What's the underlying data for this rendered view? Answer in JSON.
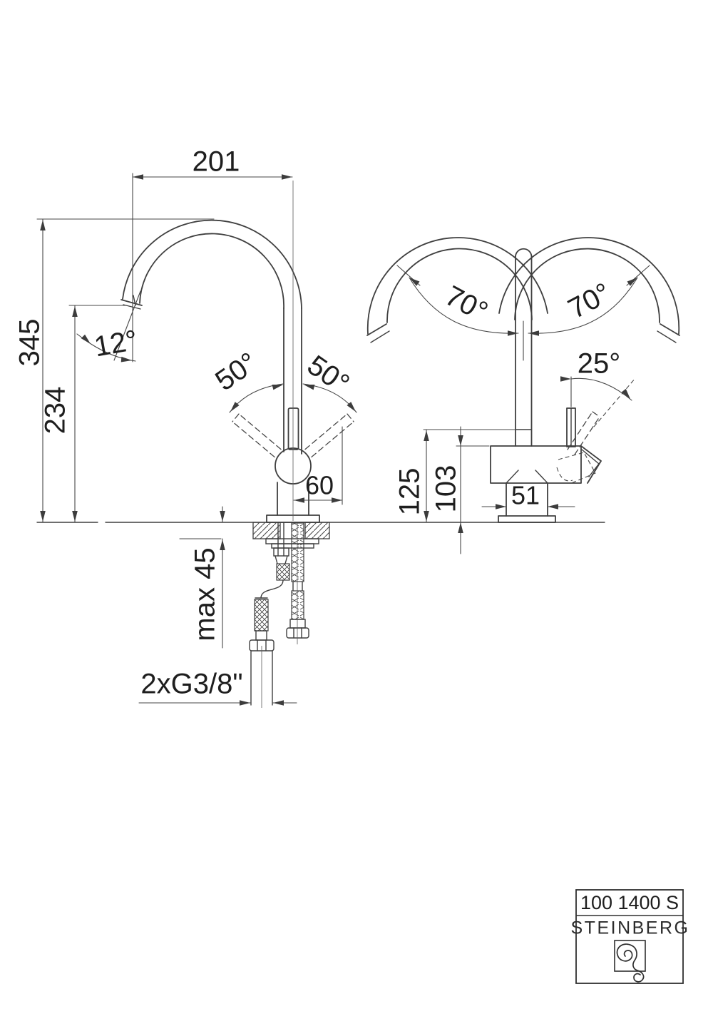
{
  "drawing": {
    "type": "technical-dimension-diagram",
    "subject": "kitchen sink mixer tap, side view and front view",
    "labels": {
      "d201": "201",
      "d345": "345",
      "d234": "234",
      "a12": "12°",
      "a50l": "50°",
      "a50r": "50°",
      "d60": "60",
      "dmax45": "max 45",
      "dthread": "2xG3/8\"",
      "a70l": "70°",
      "a70r": "70°",
      "a25": "25°",
      "d125": "125",
      "d103": "103",
      "d51": "51"
    },
    "title_block": {
      "model": "100 1400 S",
      "brand": "STEINBERG",
      "logo": "steinberg-logo"
    },
    "colors": {
      "line": "#3f3f3f",
      "text": "#1e1e1e",
      "background": "#ffffff"
    }
  }
}
